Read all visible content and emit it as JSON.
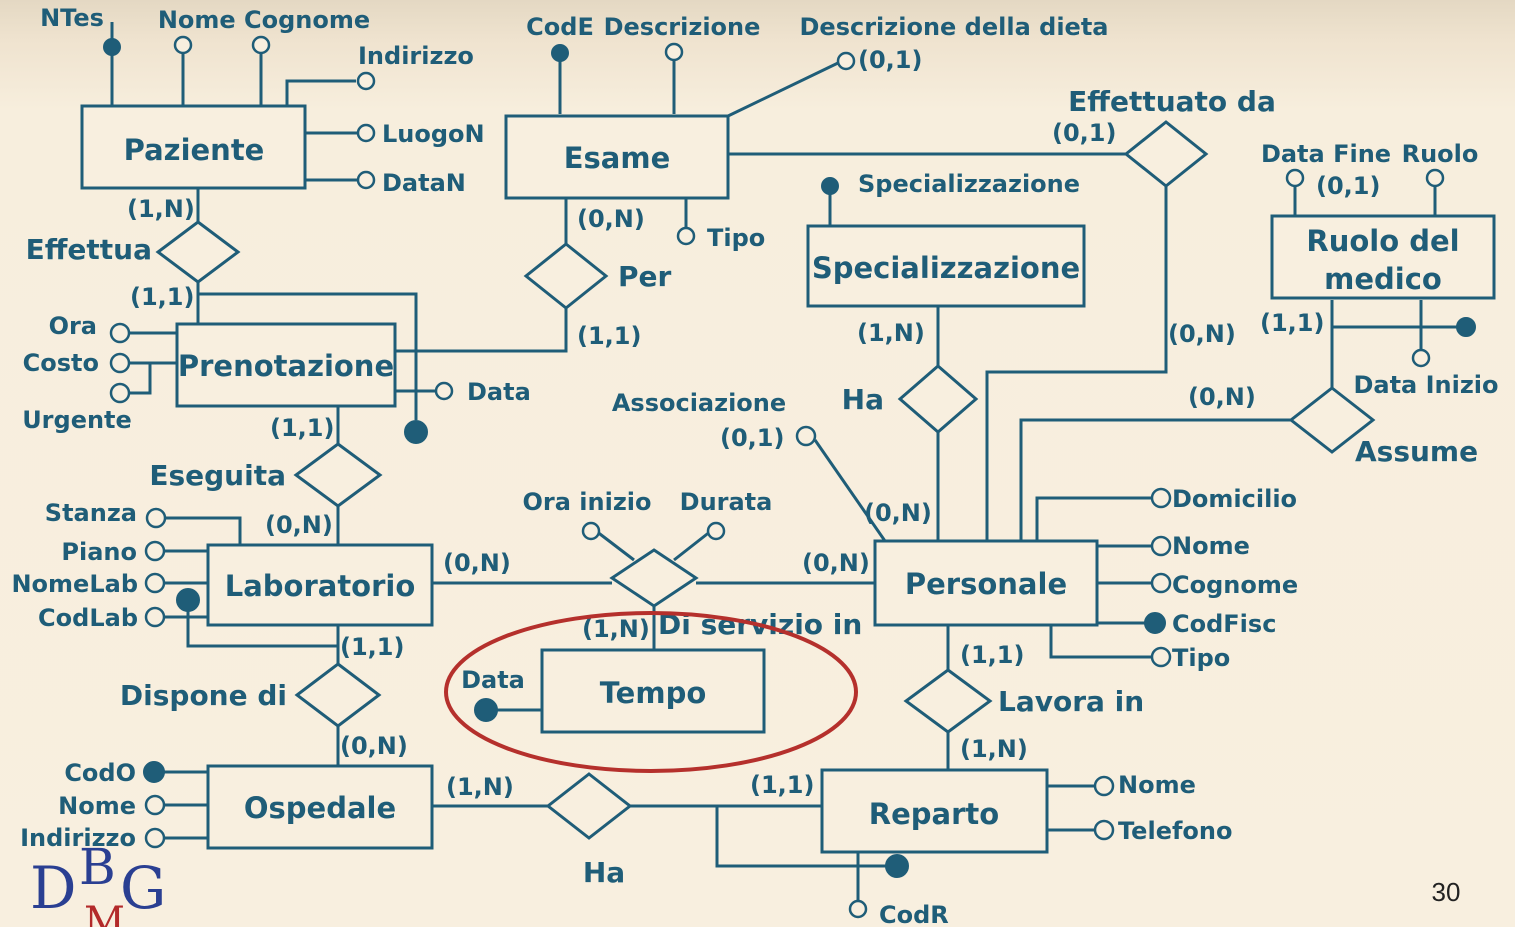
{
  "entities": {
    "paziente": "Paziente",
    "esame": "Esame",
    "prenotazione": "Prenotazione",
    "specializzazione": "Specializzazione",
    "ruolo_medico": [
      "Ruolo del",
      "medico"
    ],
    "laboratorio": "Laboratorio",
    "personale": "Personale",
    "tempo": "Tempo",
    "ospedale": "Ospedale",
    "reparto": "Reparto"
  },
  "relationships": {
    "effettua": "Effettua",
    "per": "Per",
    "effettuato_da": "Effettuato da",
    "ha_spec": "Ha",
    "assume": "Assume",
    "eseguita": "Eseguita",
    "di_servizio_in": "Di servizio in",
    "associazione": "Associazione",
    "dispone_di": "Dispone di",
    "lavora_in": "Lavora in",
    "ha_reparto": "Ha"
  },
  "attributes": {
    "ntes": "NTes",
    "nome_cognome": "Nome Cognome",
    "indirizzo_paz": "Indirizzo",
    "luogon": "LuogoN",
    "datan": "DataN",
    "code": "CodE",
    "descrizione": "Descrizione",
    "descrizione_dieta": "Descrizione della dieta",
    "tipo_esame": "Tipo",
    "specializzazione_attr": "Specializzazione",
    "data_fine": "Data Fine",
    "ruolo": "Ruolo",
    "data_inizio": "Data Inizio",
    "ora": "Ora",
    "costo": "Costo",
    "urgente": "Urgente",
    "data_pren": "Data",
    "stanza": "Stanza",
    "piano": "Piano",
    "nomelab": "NomeLab",
    "codlab": "CodLab",
    "ora_inizio": "Ora inizio",
    "durata": "Durata",
    "data_tempo": "Data",
    "domicilio": "Domicilio",
    "nome_pers": "Nome",
    "cognome_pers": "Cognome",
    "codfisc": "CodFisc",
    "tipo_pers": "Tipo",
    "codo": "CodO",
    "nome_osp": "Nome",
    "indirizzo_osp": "Indirizzo",
    "nome_rep": "Nome",
    "telefono": "Telefono",
    "codr": "CodR"
  },
  "cardinalities": {
    "paz_effettua": "(1,N)",
    "pren_effettua": "(1,1)",
    "esame_per": "(0,N)",
    "pren_per": "(1,1)",
    "dieta": "(0,1)",
    "esame_effda": "(0,1)",
    "pers_effda": "(0,N)",
    "dataf": "(0,1)",
    "ruolo_assume": "(1,1)",
    "pers_assume": "(0,N)",
    "spec_ha": "(1,N)",
    "pren_eseguita": "(1,1)",
    "lab_eseguita": "(0,N)",
    "associazione": "(0,1)",
    "pers_ha": "(0,N)",
    "lab_servizio": "(0,N)",
    "pers_servizio": "(0,N)",
    "tempo_servizio": "(1,N)",
    "lab_dispone": "(1,1)",
    "osp_dispone": "(0,N)",
    "pers_lavora": "(1,1)",
    "rep_lavora": "(1,N)",
    "osp_ha": "(1,N)",
    "rep_ha": "(1,1)"
  },
  "footer": {
    "page_number": "30",
    "logo_d": "D",
    "logo_b": "B",
    "logo_m": "M",
    "logo_g": "G"
  },
  "colors": {
    "diagram": "#1f5d78",
    "highlight": "#b5302c",
    "background": "#f8efdf"
  }
}
